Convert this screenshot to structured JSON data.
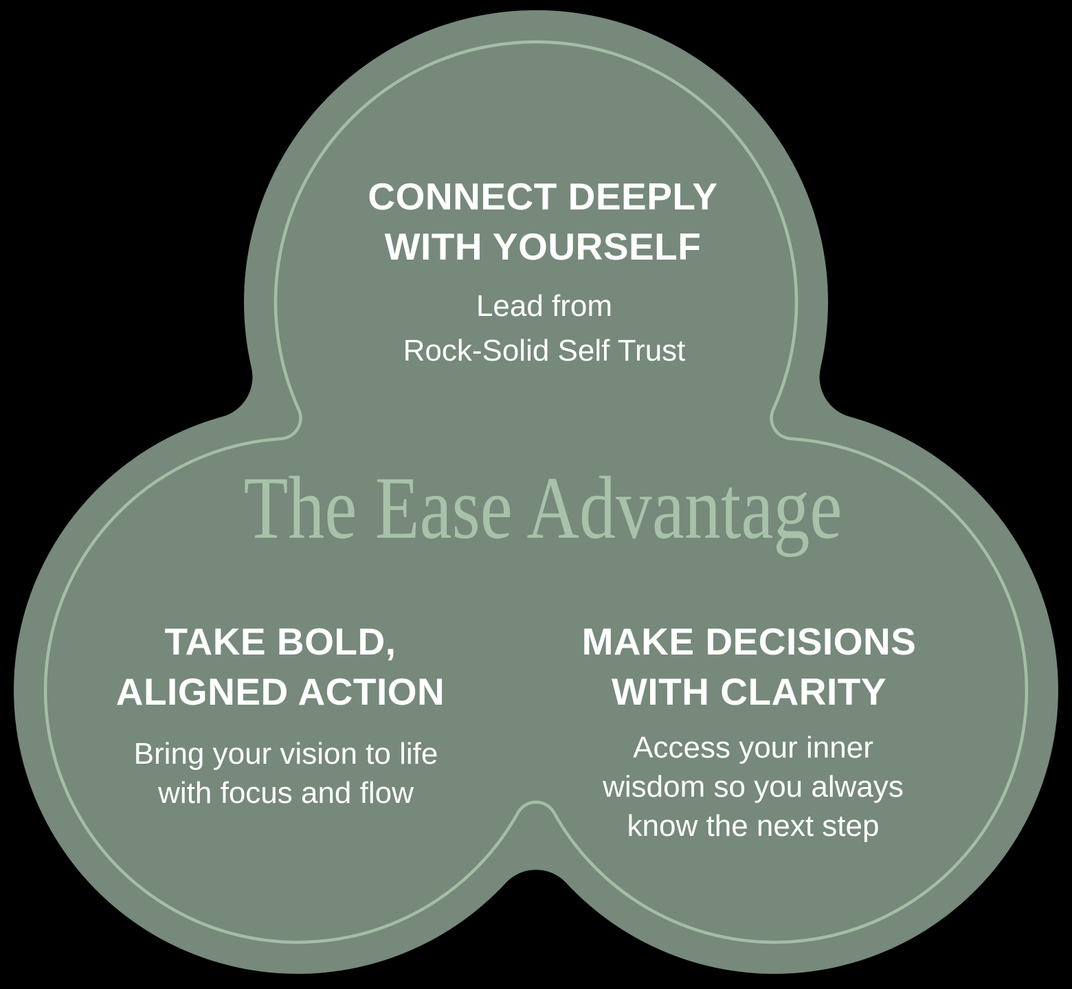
{
  "title": "The Ease Advantage",
  "sections": {
    "connect": {
      "heading_line_1": "CONNECT DEEPLY",
      "heading_line_2": "WITH YOURSELF",
      "body_line_1": "Lead from",
      "body_line_2": "Rock-Solid Self Trust"
    },
    "action": {
      "heading_line_1": "TAKE BOLD,",
      "heading_line_2": "ALIGNED ACTION",
      "body_line_1": "Bring your vision to life",
      "body_line_2": "with focus and flow"
    },
    "clarity": {
      "heading_line_1": "MAKE DECISIONS",
      "heading_line_2": "WITH CLARITY",
      "body_line_1": "Access your inner",
      "body_line_2": "wisdom so you always",
      "body_line_3": "know the next step"
    }
  },
  "colors": {
    "background": "#000000",
    "shape_fill": "#76897B",
    "accent_light": "#A8C2A9",
    "text_primary": "#FFFFFF"
  }
}
